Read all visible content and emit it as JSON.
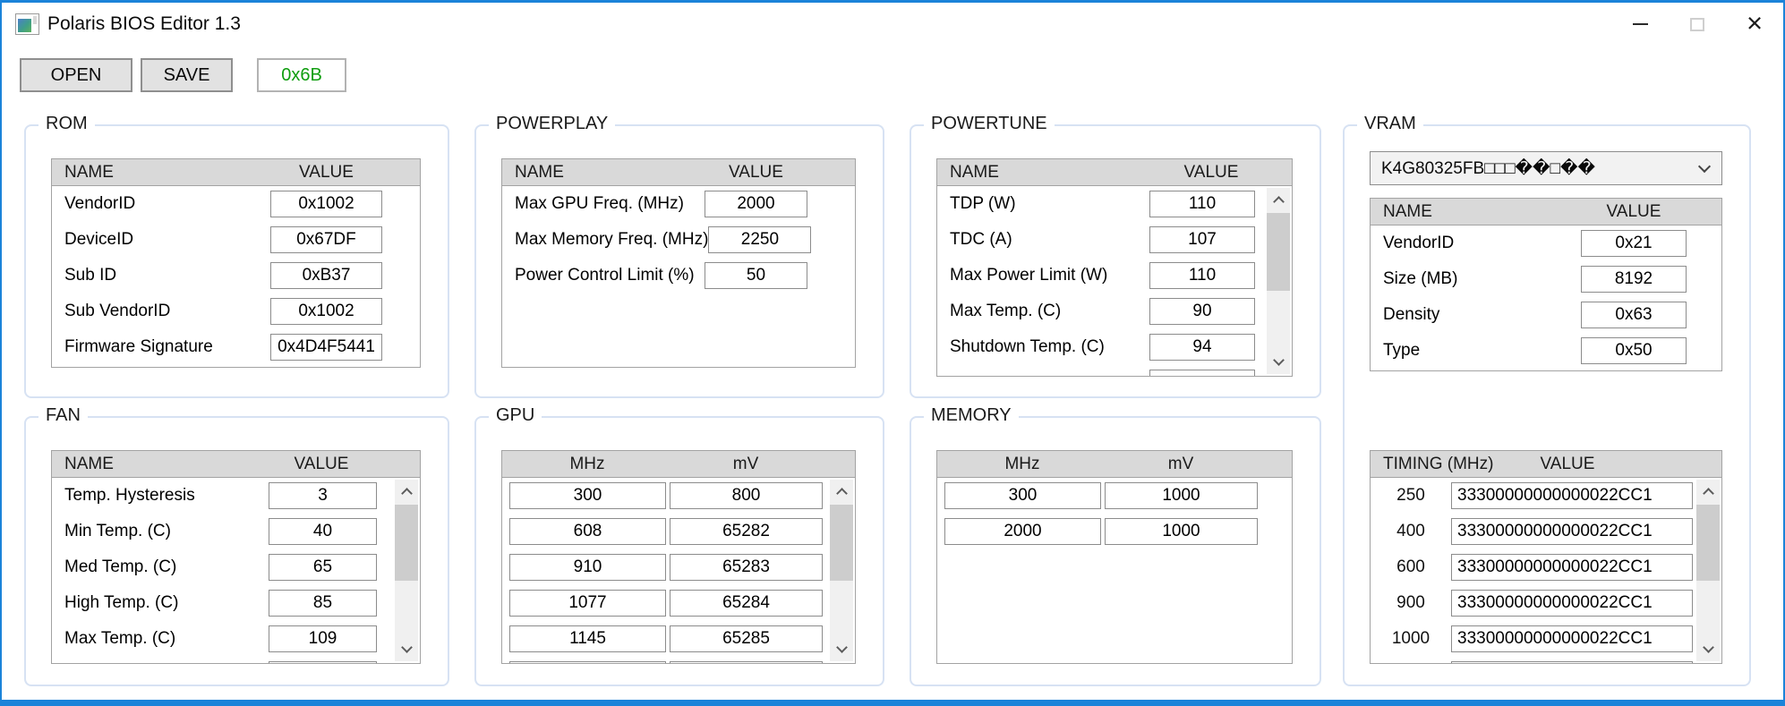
{
  "window": {
    "title": "Polaris BIOS Editor 1.3"
  },
  "toolbar": {
    "open": "OPEN",
    "save": "SAVE",
    "checksum": "0x6B"
  },
  "colors": {
    "accent_border": "#1b83d9",
    "checksum_green": "#0f9d0f",
    "group_border": "#d7e2f3",
    "table_header_bg": "#d9d9d9"
  },
  "rom": {
    "title": "ROM",
    "columns": [
      "NAME",
      "VALUE"
    ],
    "rows": [
      {
        "name": "VendorID",
        "value": "0x1002"
      },
      {
        "name": "DeviceID",
        "value": "0x67DF"
      },
      {
        "name": "Sub ID",
        "value": "0xB37"
      },
      {
        "name": "Sub VendorID",
        "value": "0x1002"
      },
      {
        "name": "Firmware Signature",
        "value": "0x4D4F5441"
      }
    ]
  },
  "powerplay": {
    "title": "POWERPLAY",
    "columns": [
      "NAME",
      "VALUE"
    ],
    "rows": [
      {
        "name": "Max GPU Freq. (MHz)",
        "value": "2000"
      },
      {
        "name": "Max Memory Freq. (MHz)",
        "value": "2250"
      },
      {
        "name": "Power Control Limit (%)",
        "value": "50"
      }
    ]
  },
  "powertune": {
    "title": "POWERTUNE",
    "columns": [
      "NAME",
      "VALUE"
    ],
    "rows": [
      {
        "name": "TDP (W)",
        "value": "110"
      },
      {
        "name": "TDC (A)",
        "value": "107"
      },
      {
        "name": "Max Power Limit (W)",
        "value": "110"
      },
      {
        "name": "Max Temp. (C)",
        "value": "90"
      },
      {
        "name": "Shutdown Temp. (C)",
        "value": "94"
      }
    ]
  },
  "vram": {
    "title": "VRAM",
    "memory_chip": "K4G80325FB□□□��□��",
    "columns": [
      "NAME",
      "VALUE"
    ],
    "rows": [
      {
        "name": "VendorID",
        "value": "0x21"
      },
      {
        "name": "Size (MB)",
        "value": "8192"
      },
      {
        "name": "Density",
        "value": "0x63"
      },
      {
        "name": "Type",
        "value": "0x50"
      }
    ],
    "timing": {
      "columns": [
        "TIMING (MHz)",
        "VALUE"
      ],
      "rows": [
        {
          "mhz": "250",
          "value": "33300000000000022CC1"
        },
        {
          "mhz": "400",
          "value": "33300000000000022CC1"
        },
        {
          "mhz": "600",
          "value": "33300000000000022CC1"
        },
        {
          "mhz": "900",
          "value": "33300000000000022CC1"
        },
        {
          "mhz": "1000",
          "value": "33300000000000022CC1"
        }
      ]
    }
  },
  "fan": {
    "title": "FAN",
    "columns": [
      "NAME",
      "VALUE"
    ],
    "rows": [
      {
        "name": "Temp. Hysteresis",
        "value": "3"
      },
      {
        "name": "Min Temp. (C)",
        "value": "40"
      },
      {
        "name": "Med Temp. (C)",
        "value": "65"
      },
      {
        "name": "High Temp. (C)",
        "value": "85"
      },
      {
        "name": "Max Temp. (C)",
        "value": "109"
      }
    ]
  },
  "gpu": {
    "title": "GPU",
    "columns": [
      "MHz",
      "mV"
    ],
    "rows": [
      {
        "mhz": "300",
        "mv": "800"
      },
      {
        "mhz": "608",
        "mv": "65282"
      },
      {
        "mhz": "910",
        "mv": "65283"
      },
      {
        "mhz": "1077",
        "mv": "65284"
      },
      {
        "mhz": "1145",
        "mv": "65285"
      }
    ]
  },
  "memory": {
    "title": "MEMORY",
    "columns": [
      "MHz",
      "mV"
    ],
    "rows": [
      {
        "mhz": "300",
        "mv": "1000"
      },
      {
        "mhz": "2000",
        "mv": "1000"
      }
    ]
  }
}
